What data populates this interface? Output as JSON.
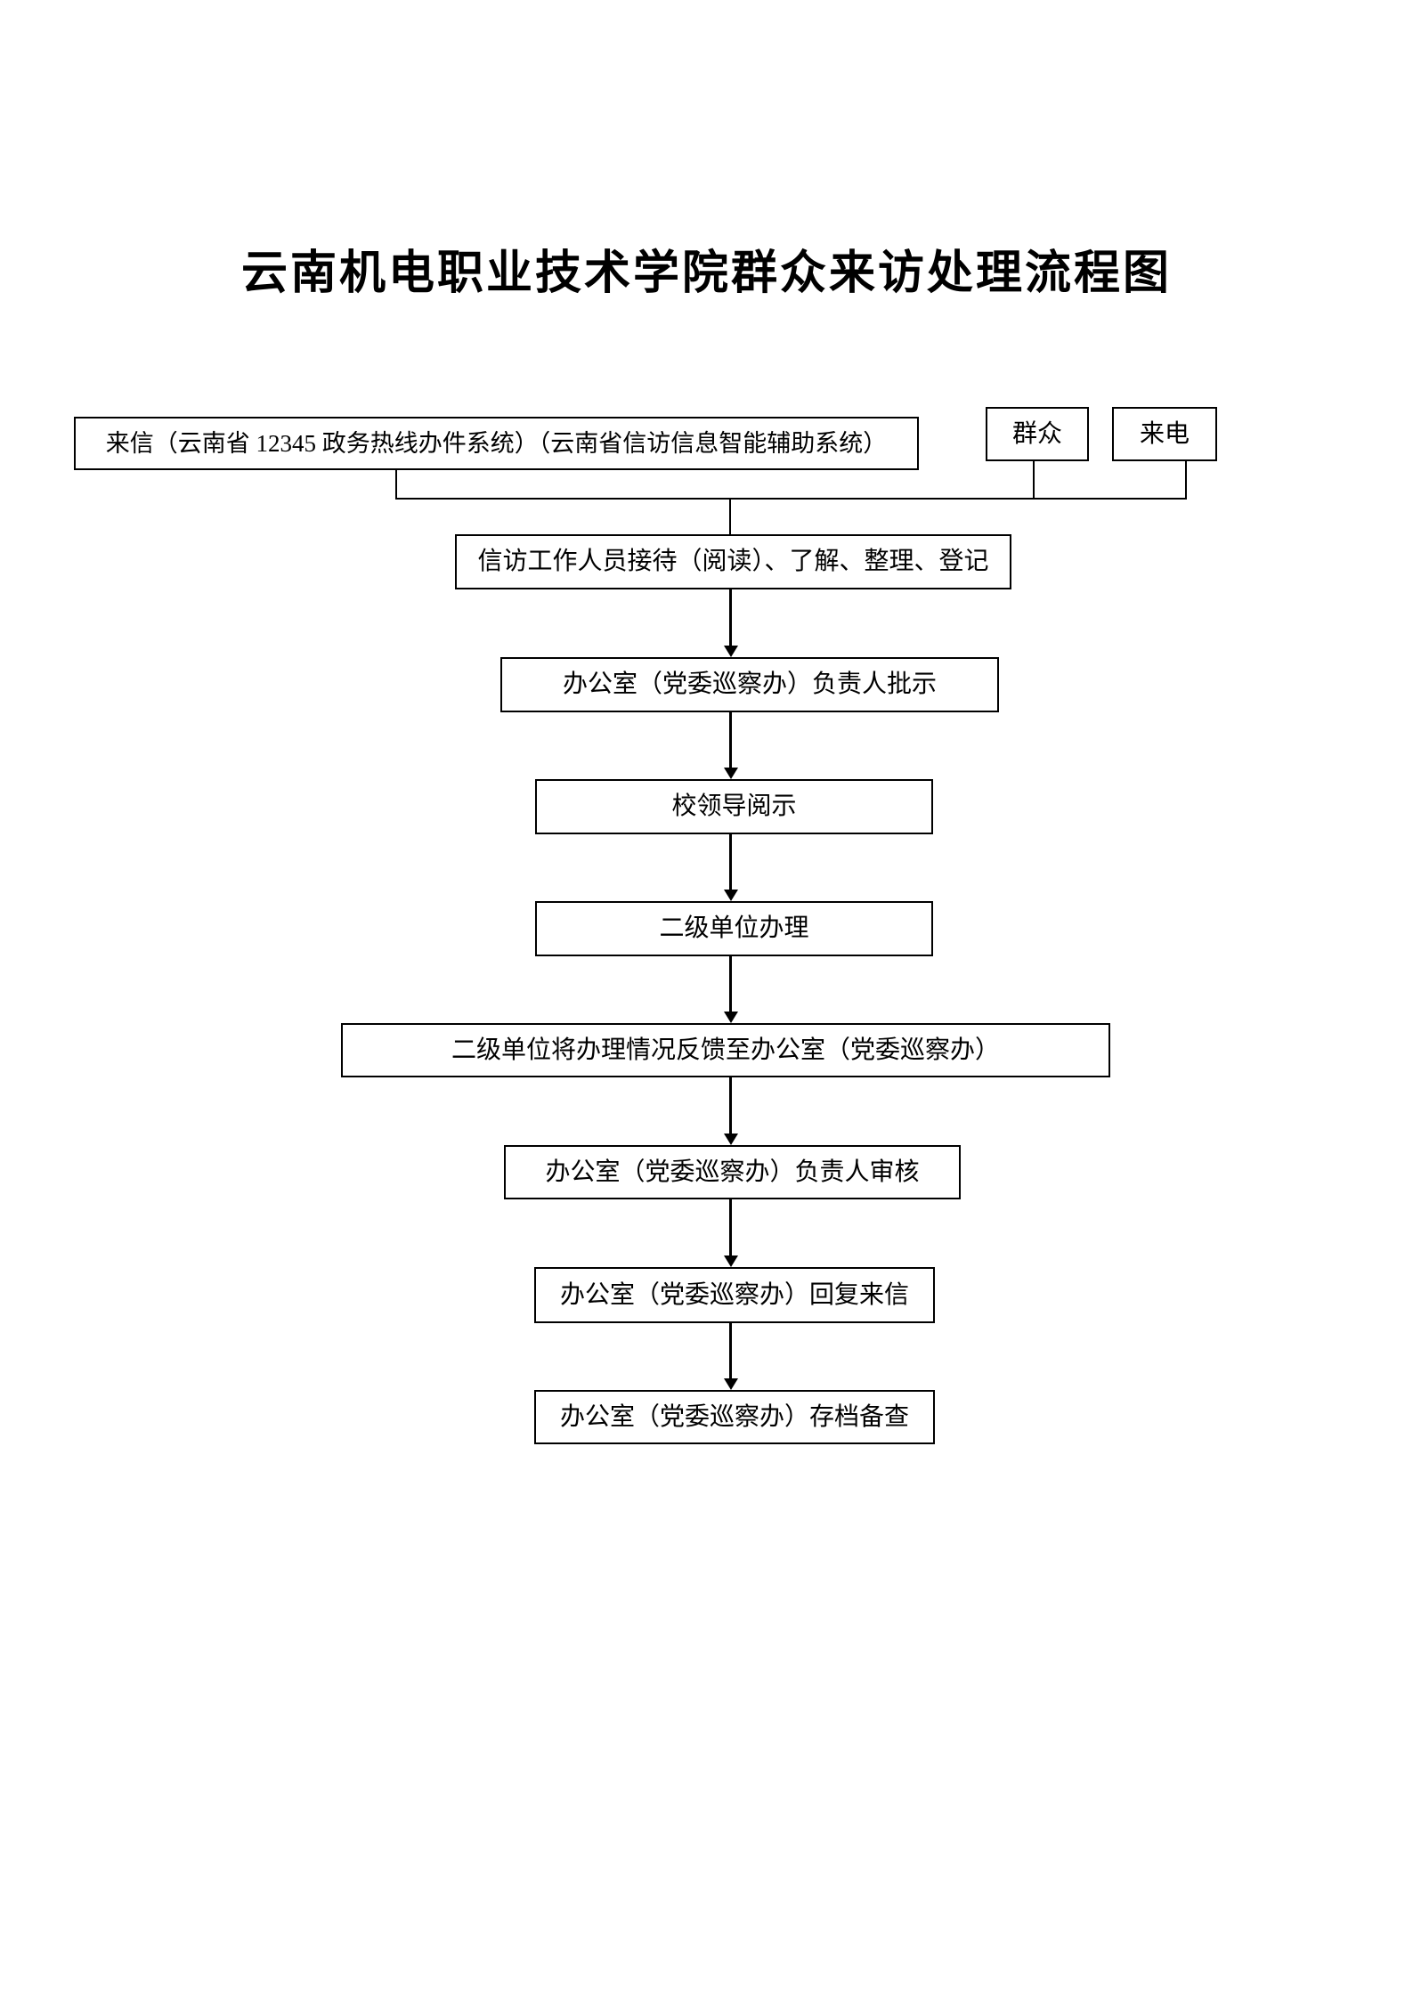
{
  "title": "云南机电职业技术学院群众来访处理流程图",
  "flowchart": {
    "sources": {
      "letter": "来信（云南省 12345 政务热线办件系统）（云南省信访信息智能辅助系统）",
      "masses": "群众",
      "call": "来电"
    },
    "steps": [
      "信访工作人员接待（阅读）、了解、整理、登记",
      "办公室（党委巡察办）负责人批示",
      "校领导阅示",
      "二级单位办理",
      "二级单位将办理情况反馈至办公室（党委巡察办）",
      "办公室（党委巡察办）负责人审核",
      "办公室（党委巡察办）回复来信",
      "办公室（党委巡察办）存档备查"
    ]
  },
  "colors": {
    "background": "#ffffff",
    "line": "#000000",
    "text": "#000000"
  }
}
